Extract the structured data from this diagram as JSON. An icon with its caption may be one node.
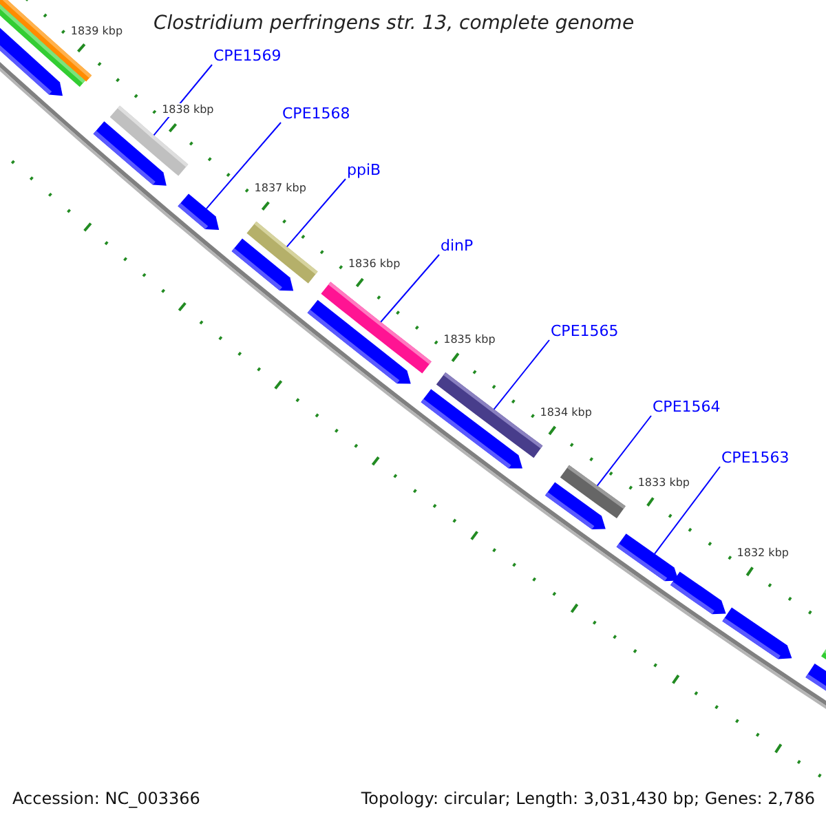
{
  "diagram": {
    "title": "Clostridium perfringens str. 13, complete genome",
    "nodes": [
      {
        "text": [
          "CPE1569"
        ]
      },
      {
        "text": [
          "CPE1568"
        ]
      },
      {
        "text": [
          "ppiB"
        ]
      },
      {
        "text": [
          "dinP"
        ]
      },
      {
        "text": [
          "CPE1565"
        ]
      },
      {
        "text": [
          "CPE1564"
        ]
      },
      {
        "text": [
          "CPE1563"
        ]
      },
      {
        "text": [],
        "shape": "bar"
      },
      {
        "text": [],
        "shape": "arrow"
      },
      {
        "text": [],
        "shape": "bar"
      },
      {
        "text": [],
        "shape": "bar"
      },
      {
        "text": [],
        "shape": "bar"
      },
      {
        "text": [],
        "shape": "bar"
      },
      {
        "text": [],
        "shape": "arrow"
      }
    ],
    "edges": [
      {
        "from": 0,
        "to": 7,
        "arrow": "none"
      },
      {
        "from": 1,
        "to": 8,
        "arrow": "none"
      },
      {
        "from": 2,
        "to": 9,
        "arrow": "none"
      },
      {
        "from": 3,
        "to": 10,
        "arrow": "none"
      },
      {
        "from": 4,
        "to": 11,
        "arrow": "none"
      },
      {
        "from": 5,
        "to": 12,
        "arrow": "none"
      },
      {
        "from": 6,
        "to": 13,
        "arrow": "none"
      }
    ],
    "labels": [
      "1839 kbp",
      "1838 kbp",
      "1837 kbp",
      "1836 kbp",
      "1835 kbp",
      "1834 kbp",
      "1833 kbp",
      "1832 kbp",
      "Accession: NC_003366",
      "Topology: circular; Length: 3,031,430 bp; Genes: 2,786"
    ]
  }
}
